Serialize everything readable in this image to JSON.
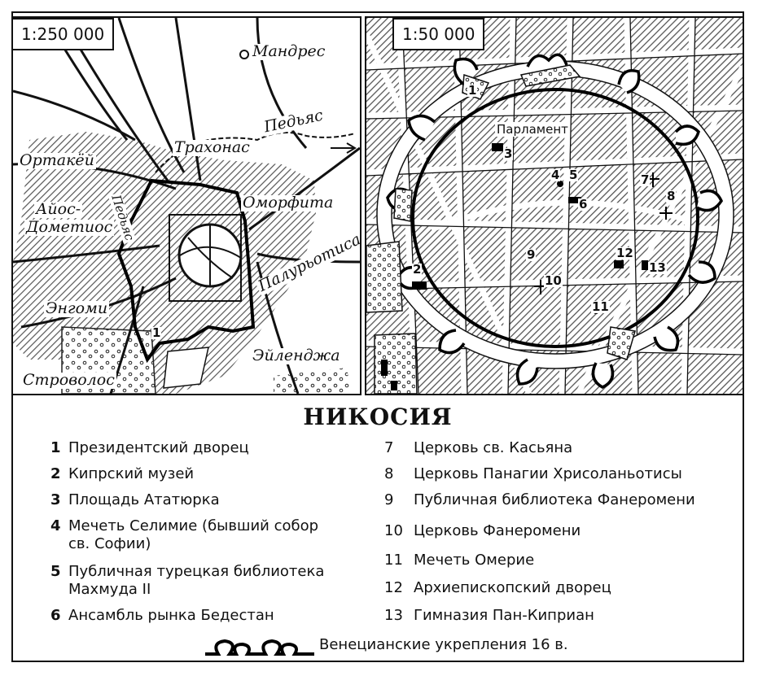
{
  "title": "НИКОСИЯ",
  "left_map": {
    "scale": "1:250 000",
    "places": {
      "mandres": "Мандрес",
      "pedyas": "Педьяс",
      "trachonas": "Трахонас",
      "ortakei": "Ортакёй",
      "pedyas_vertical": "Педьяс",
      "omorfita": "Оморфита",
      "aios_dometios_1": "Айос-",
      "aios_dometios_2": "Дометиос",
      "paluriotisa": "Палурьотиса",
      "engomi": "Энгоми",
      "eilendzha": "Эйленджа",
      "strovolos": "Строволос"
    },
    "markers": {
      "m1": "1"
    }
  },
  "right_map": {
    "scale": "1:50 000",
    "parliament": "Парламент",
    "markers": [
      "1",
      "2",
      "3",
      "4",
      "5",
      "6",
      "7",
      "8",
      "9",
      "10",
      "11",
      "12",
      "13"
    ]
  },
  "legend": {
    "left": [
      {
        "n": "1",
        "text": "Президентский дворец"
      },
      {
        "n": "2",
        "text": "Кипрский музей"
      },
      {
        "n": "3",
        "text": "Площадь Ататюрка"
      },
      {
        "n": "4",
        "text": "Мечеть Селимие (бывший собор",
        "text2": "св. Софии)"
      },
      {
        "n": "5",
        "text": "Публичная турецкая библиотека",
        "text2": "Махмуда II"
      },
      {
        "n": "6",
        "text": "Ансамбль рынка Бедестан"
      }
    ],
    "right": [
      {
        "n": "7",
        "text": "Церковь св. Касьяна"
      },
      {
        "n": "8",
        "text": "Церковь Панагии Хрисоланьотисы"
      },
      {
        "n": "9",
        "text": "Публичная библиотека Фанеромени"
      },
      {
        "n": "10",
        "text": "Церковь Фанеромени"
      },
      {
        "n": "11",
        "text": "Мечеть Омерие"
      },
      {
        "n": "12",
        "text": "Архиепископский дворец"
      },
      {
        "n": "13",
        "text": "Гимназия  Пан-Киприан"
      }
    ],
    "fortifications": "Венецианские укрепления 16 в."
  },
  "colors": {
    "ink": "#111111",
    "paper": "#ffffff",
    "hatch": "#6a6a6a"
  }
}
